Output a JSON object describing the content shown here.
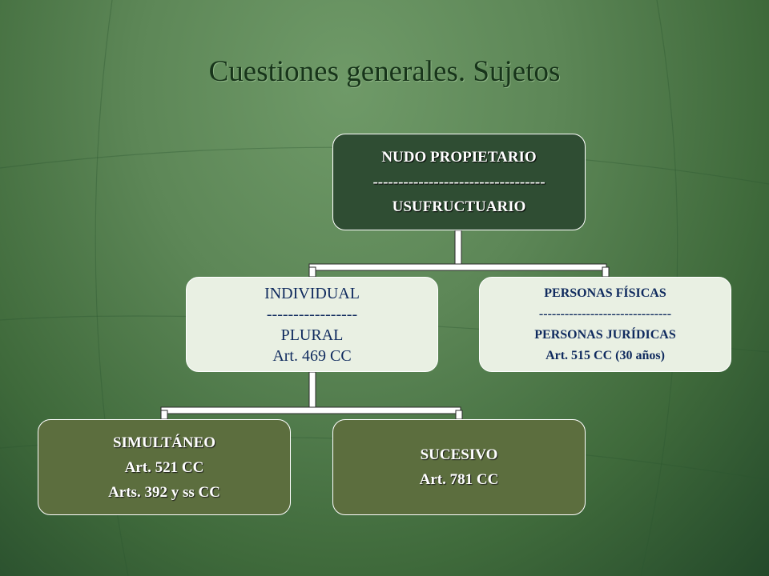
{
  "slide": {
    "title": "Cuestiones generales. Sujetos"
  },
  "diagram": {
    "root": {
      "line1": "NUDO PROPIETARIO",
      "separator": "----------------------------------",
      "line2": "USUFRUCTUARIO"
    },
    "individual": {
      "line1": "INDIVIDUAL",
      "separator": "-----------------",
      "line2": "PLURAL",
      "line3": "Art. 469 CC"
    },
    "personas": {
      "line1": "PERSONAS FÍSICAS",
      "separator": "-------------------------------",
      "line2": "PERSONAS JURÍDICAS",
      "line3": "Art. 515 CC (30 años)"
    },
    "simultaneo": {
      "line1": "SIMULTÁNEO",
      "line2": "Art. 521 CC",
      "line3": "Arts. 392 y ss CC"
    },
    "sucesivo": {
      "line1": "SUCESIVO",
      "line2": "Art. 781 CC"
    }
  },
  "colors": {
    "background": "#5d8757",
    "root_fill": "#2f4d33",
    "light_fill": "#e9f0e3",
    "light_text": "#0f2a5e",
    "olive_fill": "#5c6e3e",
    "connector": "#ffffff"
  }
}
